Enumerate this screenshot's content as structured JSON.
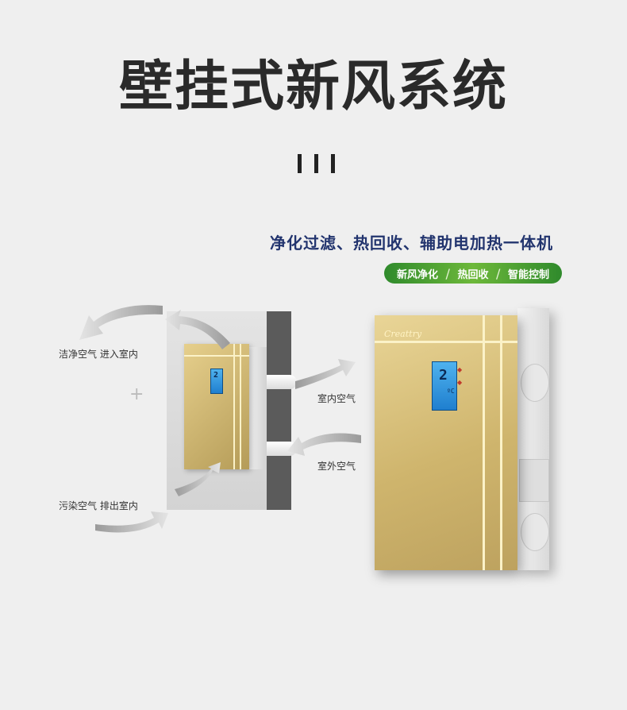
{
  "header": {
    "title": "壁挂式新风系统"
  },
  "product": {
    "subtitle": "净化过滤、热回收、辅助电加热一体机",
    "tags": [
      "新风净化",
      "热回收",
      "智能控制"
    ],
    "brand": "Creattry",
    "display_digit": "2",
    "display_unit": "ºC"
  },
  "diagram": {
    "labels": {
      "clean_air_in": "洁净空气 进入室内",
      "dirty_air_out": "污染空气 排出室内",
      "indoor_air": "室内空气",
      "outdoor_air": "室外空气"
    }
  },
  "colors": {
    "title": "#2a2a2a",
    "subtitle": "#22346e",
    "pill_green": "#4c9f2f",
    "unit_gold": "#d4bb72",
    "lcd_blue": "#3b9de2"
  }
}
